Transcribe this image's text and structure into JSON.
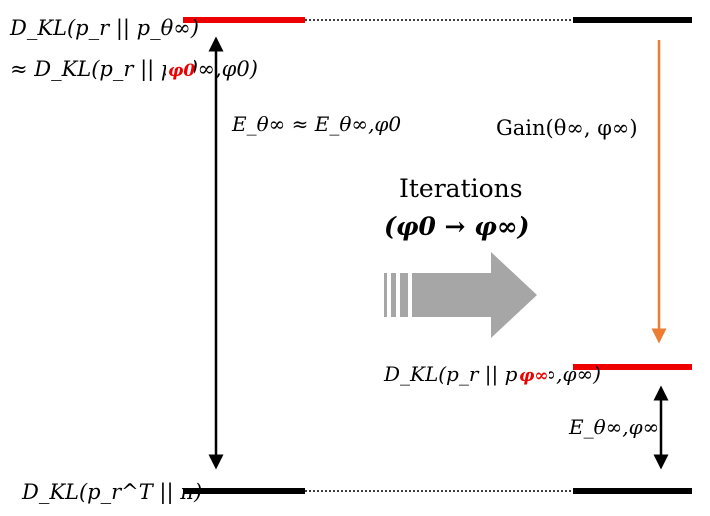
{
  "colors": {
    "accent_red": "#ee0000",
    "arrow_orange": "#ed7d31",
    "line_black": "#000000",
    "big_arrow_gray": "#a6a6a6"
  },
  "labels": {
    "top_left_line1": "D_KL(p_r || p_θ∞)",
    "top_left_line2": "≈ D_KL(p_r || p_θ∞,φ0)",
    "top_left_phi0": "φ0",
    "left_energy": "E_θ∞ ≈ E_θ∞,φ0",
    "gain": "Gain(θ∞, φ∞)",
    "iterations_title": "Iterations",
    "iterations_sub": "(φ0 → φ∞)",
    "right_mid": "D_KL(p_r || p_θ∞,φ∞)",
    "right_mid_phiinf": "φ∞",
    "right_energy": "E_θ∞,φ∞",
    "bottom_left": "D_KL(p_r^T || π)"
  }
}
